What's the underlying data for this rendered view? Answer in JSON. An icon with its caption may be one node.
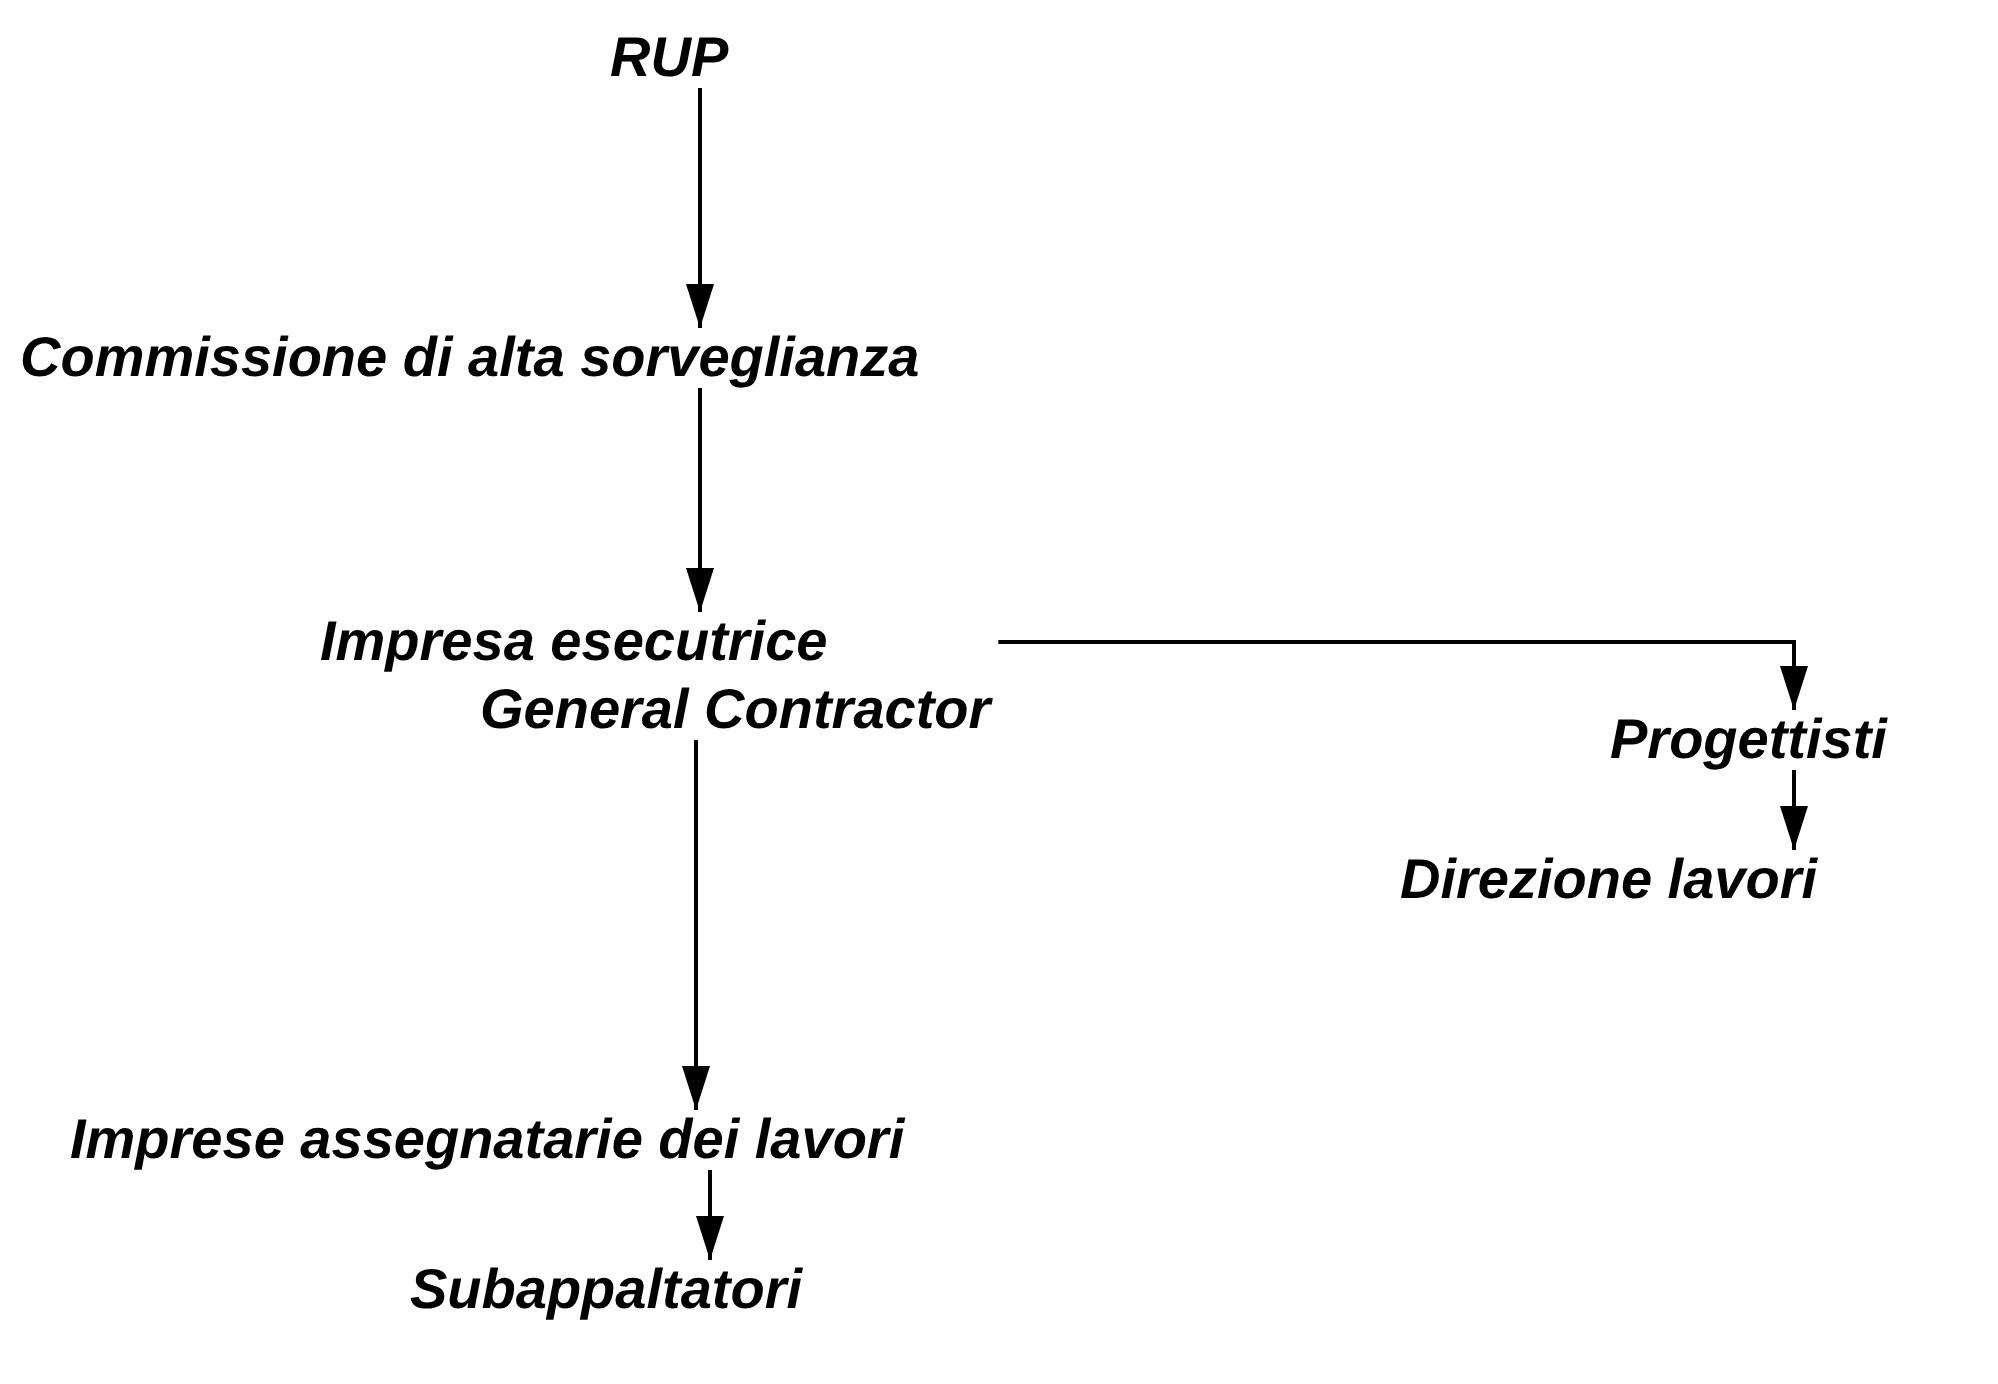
{
  "diagram": {
    "nodes": [
      {
        "text": [
          "RUP"
        ]
      },
      {
        "text": [
          "Commissione di alta sorveglianza"
        ]
      },
      {
        "text": [
          "Impresa esecutrice",
          "General Contractor"
        ]
      },
      {
        "text": [
          "Progettisti"
        ]
      },
      {
        "text": [
          "Direzione lavori"
        ]
      },
      {
        "text": [
          "Imprese assegnatarie dei lavori"
        ]
      },
      {
        "text": [
          "Subappaltatori"
        ]
      }
    ],
    "edges": [
      {
        "from": 0,
        "to": 1,
        "arrow": "to"
      },
      {
        "from": 1,
        "to": 2,
        "arrow": "to"
      },
      {
        "from": 2,
        "to": 3,
        "arrow": "to"
      },
      {
        "from": 3,
        "to": 4,
        "arrow": "to"
      },
      {
        "from": 2,
        "to": 5,
        "arrow": "to"
      },
      {
        "from": 5,
        "to": 6,
        "arrow": "to"
      }
    ]
  }
}
